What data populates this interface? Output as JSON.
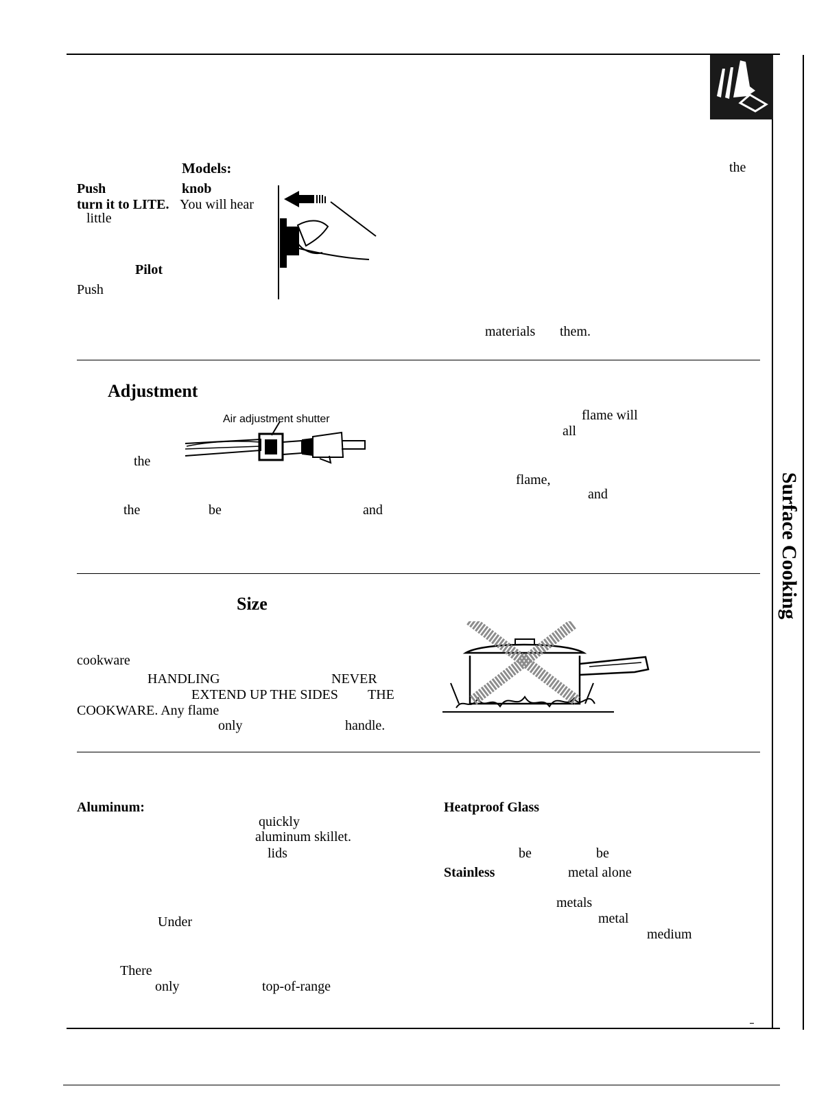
{
  "side_tab": {
    "label": "Surface Cooking",
    "icon": "hand-pressing-button-icon"
  },
  "lighting": {
    "heading_models": "Models:",
    "push_bold": "Push",
    "knob_bold": "knob",
    "turn_bold": "turn it to LITE.",
    "hear": "You will hear",
    "little": "little",
    "pilot": "Pilot",
    "push2": "Push",
    "the_right": "the",
    "materials": "materials",
    "them": "them."
  },
  "adjustment": {
    "heading": "Adjustment",
    "shutter_label": "Air adjustment shutter",
    "the1": "the",
    "the2": "the",
    "be": "be",
    "and": "and",
    "flame_will": "flame will",
    "all": "all",
    "flame_comma": "flame,",
    "and2": "and"
  },
  "size": {
    "heading": "Size",
    "cookware": "cookware",
    "handling": "HANDLING",
    "never": "NEVER",
    "extend": "EXTEND UP THE SIDES",
    "the_caps": "THE",
    "cookware_caps": "COOKWARE. Any flame",
    "only": "only",
    "handle": "handle."
  },
  "materials": {
    "aluminum": "Aluminum:",
    "quickly": "quickly",
    "skillet": "aluminum skillet.",
    "lids": "lids",
    "under": "Under",
    "there": "There",
    "only": "only",
    "top_of_range": "top-of-range",
    "heatproof": "Heatproof Glass",
    "be1": "be",
    "be2": "be",
    "stainless": "Stainless",
    "metal_alone": "metal alone",
    "metals": "metals",
    "metal": "metal",
    "medium": "medium"
  }
}
